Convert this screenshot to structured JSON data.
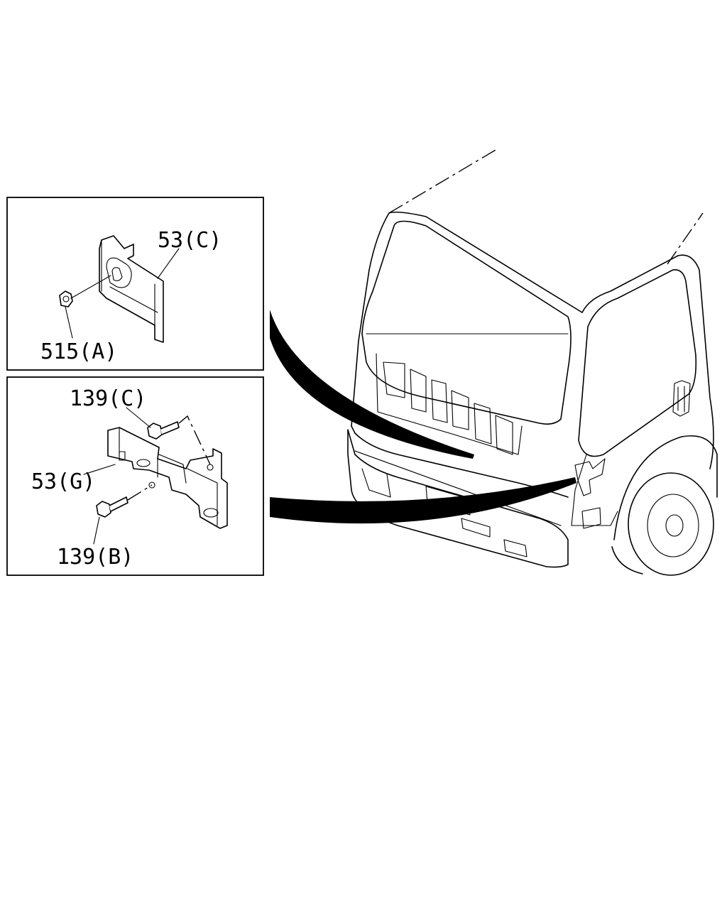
{
  "callouts": {
    "c53c": "53(C)",
    "c515a": "515(A)",
    "c139c": "139(C)",
    "c53g": "53(G)",
    "c139b": "139(B)"
  }
}
